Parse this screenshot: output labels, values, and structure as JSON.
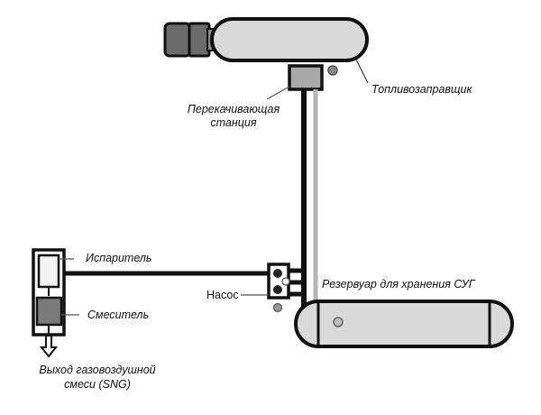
{
  "title": "Схема системы СУГ",
  "labels": {
    "tanker": "Топливозаправщик",
    "pumping_station_line1": "Перекачивающая",
    "pumping_station_line2": "станция",
    "vaporizer": "Испаритель",
    "pump": "Насос",
    "storage_tank": "Резервуар для хранения СУГ",
    "mixer": "Смеситель",
    "output_line1": "Выход газовоздушной",
    "output_line2": "смеси (SNG)"
  },
  "colors": {
    "outline": "#111111",
    "tank_fill": "#d9d9d9",
    "cab_fill": "#6b6b6b",
    "station_fill": "#a8a8a8",
    "pipe_light": "#b5b5b5",
    "mixer_fill": "#7a7a7a"
  }
}
